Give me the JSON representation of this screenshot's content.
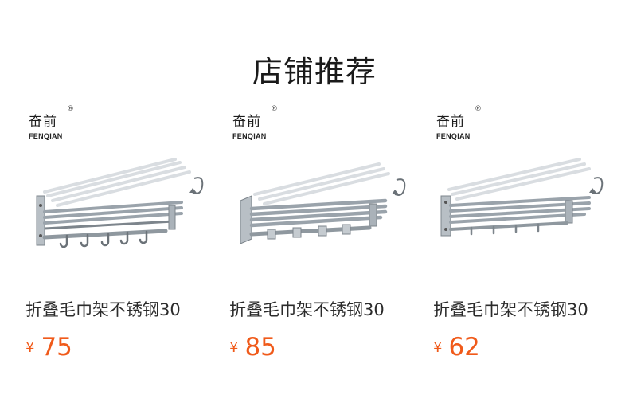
{
  "section": {
    "title": "店铺推荐"
  },
  "products": [
    {
      "brand_cn": "奋前",
      "brand_reg": "®",
      "brand_en": "FENQIAN",
      "title": "折叠毛巾架不锈钢30",
      "currency": "¥",
      "price": "75"
    },
    {
      "brand_cn": "奋前",
      "brand_reg": "®",
      "brand_en": "FENQIAN",
      "title": "折叠毛巾架不锈钢30",
      "currency": "¥",
      "price": "85"
    },
    {
      "brand_cn": "奋前",
      "brand_reg": "®",
      "brand_en": "FENQIAN",
      "title": "折叠毛巾架不锈钢30",
      "currency": "¥",
      "price": "62"
    }
  ],
  "colors": {
    "price": "#f05a1a",
    "text": "#2b2b2b",
    "metal": "#9aa3ab"
  }
}
